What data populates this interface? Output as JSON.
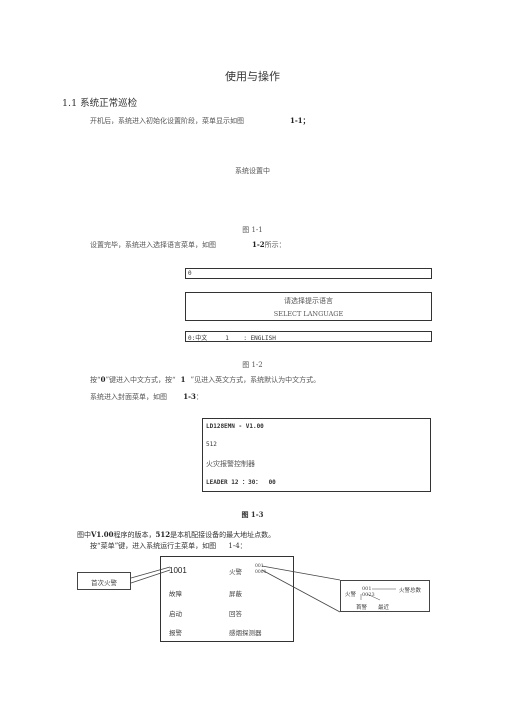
{
  "title": "使用与操作",
  "section": "1.1 系统正常巡检",
  "p1": {
    "text": "开机后，系统进入初始化设置阶段，菜单显示如图",
    "ref": "1-1；"
  },
  "screen1": "系统设置中",
  "cap1": "图 1-1",
  "p2": {
    "text": "设置完毕，系统进入选择语言菜单，如图",
    "ref": "1-2",
    "tail": "所示："
  },
  "lang": {
    "top": "0",
    "line1": "请选择提示语言",
    "line2": "SELECT LANGUAGE",
    "bottom": "0:中文     1    : ENGLISH"
  },
  "cap2": "图 1-2",
  "p3": {
    "a": "按“",
    "k0": "0",
    "b": "”键进入中文方式，按“",
    "k1": "1",
    "c": "”见进入英文方式，系统默认为中文方式。"
  },
  "p4": {
    "text": "系统进入封面菜单，如图",
    "ref": "1-3",
    "tail": "："
  },
  "cover": {
    "l1": "LD128EMN - V1.00",
    "l2": "512",
    "l3": "火灾报警控制器",
    "l4": "LEADER 12 ：30：  00"
  },
  "cap3": "图 1-3",
  "p5": {
    "a": "图中",
    "v": "V1.00",
    "b": "程序的版本，",
    "n": "512",
    "c": "是本机配接设备的最大地址点数。"
  },
  "p6": {
    "text": "按“菜单”键，进入系统运行主菜单，如图",
    "ref": "1-4："
  },
  "menu": {
    "c1": [
      "1001",
      "故障",
      "启动",
      "报警"
    ],
    "c2": [
      "火警",
      "屏蔽",
      "回答",
      "感烟探测器"
    ],
    "badge_top": "001",
    "badge_bot": "0001",
    "callout_left": "首次火警",
    "callout_right": {
      "title": "火警",
      "n1": "001",
      "n2": "0023",
      "label": "火警总数",
      "f1": "首警",
      "f2": "最近"
    }
  }
}
